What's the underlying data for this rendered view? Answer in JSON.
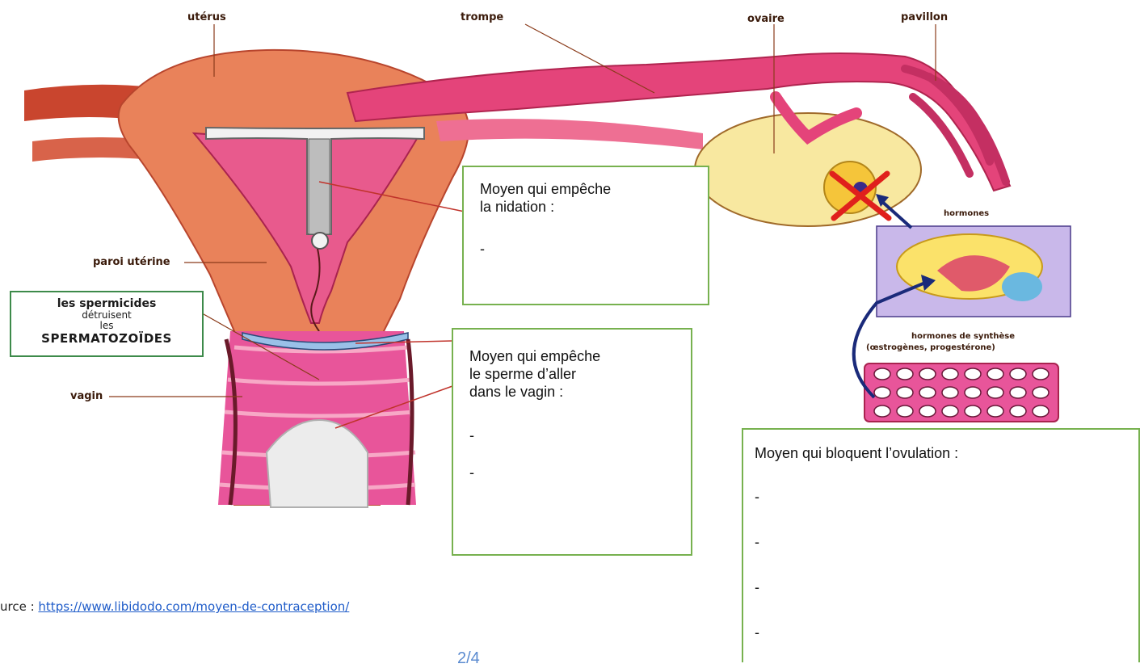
{
  "labels": {
    "uterus": "utérus",
    "trompe": "trompe",
    "ovaire": "ovaire",
    "pavillon": "pavillon",
    "paroi": "paroi utérine",
    "vagin": "vagin",
    "hormones": "hormones",
    "hormones_synth_1": "hormones de synthèse",
    "hormones_synth_2": "(œstrogènes, progestérone)"
  },
  "spermicides": {
    "line1": "les spermicides",
    "line2": "détruisent",
    "line3": "les",
    "line4": "SPERMATOZOÏDES"
  },
  "boxes": {
    "nidation": {
      "line1": "Moyen qui empêche",
      "line2": "la nidation :",
      "dash1": "-"
    },
    "sperme": {
      "line1": "Moyen qui empêche",
      "line2": "le sperme d’aller",
      "line3": "dans le vagin :",
      "dash1": "-",
      "dash2": "-"
    },
    "ovulation": {
      "title": "Moyen qui bloquent l’ovulation :",
      "dash1": "-",
      "dash2": "-",
      "dash3": "-",
      "dash4": "-"
    }
  },
  "source": {
    "prefix": "urce : ",
    "url": "https://www.libidodo.com/moyen-de-contraception/"
  },
  "page_number": "2/4",
  "colors": {
    "flesh": "#e9825a",
    "pink": "#e4447a",
    "pale_pink": "#f3a5bd",
    "ovary": "#f8e8a0",
    "box_border": "#77b14f"
  }
}
